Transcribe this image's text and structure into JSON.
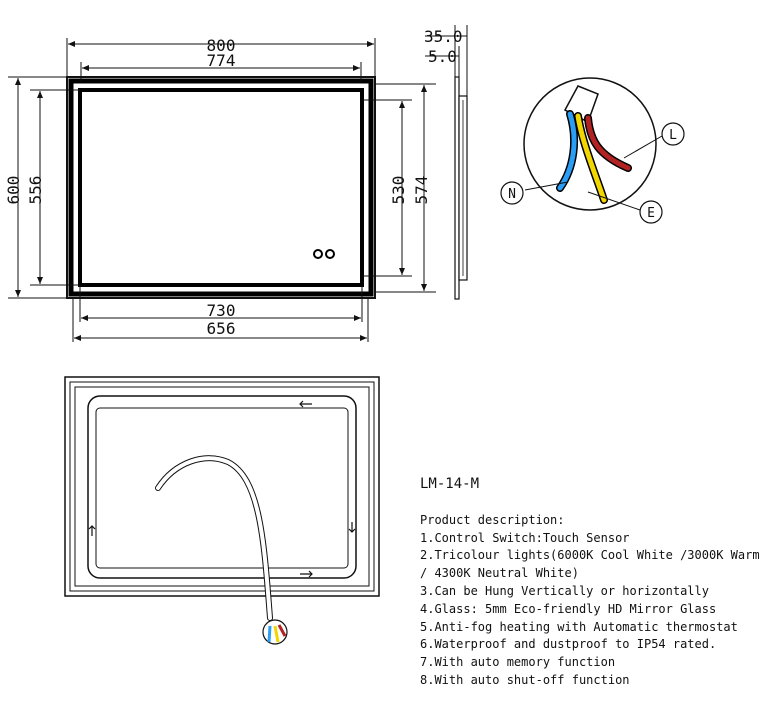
{
  "front_view": {
    "overall_width": "800",
    "inner_width": "774",
    "overall_height": "600",
    "inner_height": "556",
    "right_inner_height": "530",
    "right_outer_height": "574",
    "bottom_inner_width": "730",
    "bottom_outer_width": "656"
  },
  "side_view": {
    "depth": "35.0",
    "glass": "5.0"
  },
  "wiring": {
    "live": "L",
    "neutral": "N",
    "earth": "E",
    "colors": {
      "live": "#b22222",
      "neutral": "#2a9df4",
      "earth": "#f2d600"
    }
  },
  "spec": {
    "model": "LM-14-M",
    "heading": "Product description:",
    "lines": [
      "1.Control Switch:Touch Sensor",
      "2.Tricolour lights(6000K Cool White /3000K Warm",
      "/ 4300K Neutral White)",
      "3.Can be Hung Vertically or horizontally",
      "4.Glass: 5mm Eco-friendly HD Mirror Glass",
      "5.Anti-fog heating with Automatic thermostat",
      "6.Waterproof and dustproof to IP54 rated.",
      "7.With auto memory function",
      "8.With auto shut-off function"
    ]
  }
}
